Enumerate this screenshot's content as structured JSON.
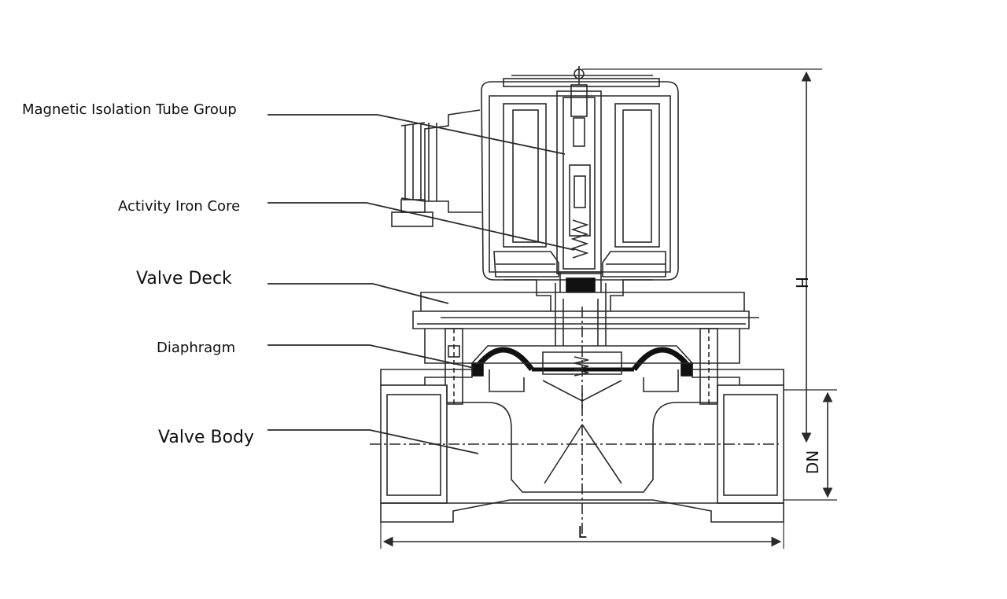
{
  "labels": {
    "magnetic_isolation_tube_group": "Magnetic Isolation Tube Group",
    "activity_iron_core": "Activity Iron Core",
    "valve_deck": "Valve Deck",
    "diaphragm": "Diaphragm",
    "valve_body": "Valve Body"
  },
  "dimensions": {
    "height": "H",
    "nominal_diameter": "DN",
    "length": "L"
  },
  "colors": {
    "line": "#2a2a2a",
    "fill": "#ffffff",
    "dark": "#111111"
  }
}
